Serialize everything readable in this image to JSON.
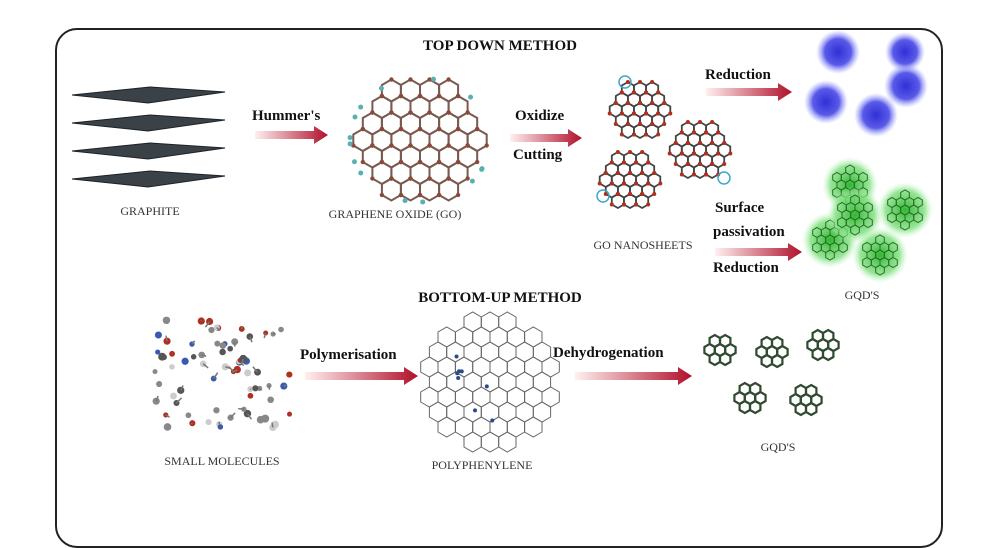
{
  "top_down": {
    "title": "TOP DOWN METHOD",
    "graphite_label": "GRAPHITE",
    "step_hummers": "Hummer's",
    "go_label": "GRAPHENE OXIDE (GO)",
    "step_oxidize": "Oxidize",
    "step_cutting": "Cutting",
    "nanosheets_label": "GO NANOSHEETS",
    "step_reduction_top": "Reduction",
    "step_surface": "Surface",
    "step_passivation": "passivation",
    "step_reduction_bottom": "Reduction",
    "gqd_label": "GQD'S"
  },
  "bottom_up": {
    "title": "BOTTOM-UP METHOD",
    "molecules_label": "SMALL MOLECULES",
    "step_polymerisation": "Polymerisation",
    "polyphenylene_label": "POLYPHENYLENE",
    "step_dehydrogenation": "Dehydrogenation",
    "gqd_label": "GQD'S"
  },
  "colors": {
    "arrow": "#b0102a",
    "blue_dots": "#4a4ae0",
    "green_dots": "#3ccf3c",
    "frame": "#222222"
  }
}
